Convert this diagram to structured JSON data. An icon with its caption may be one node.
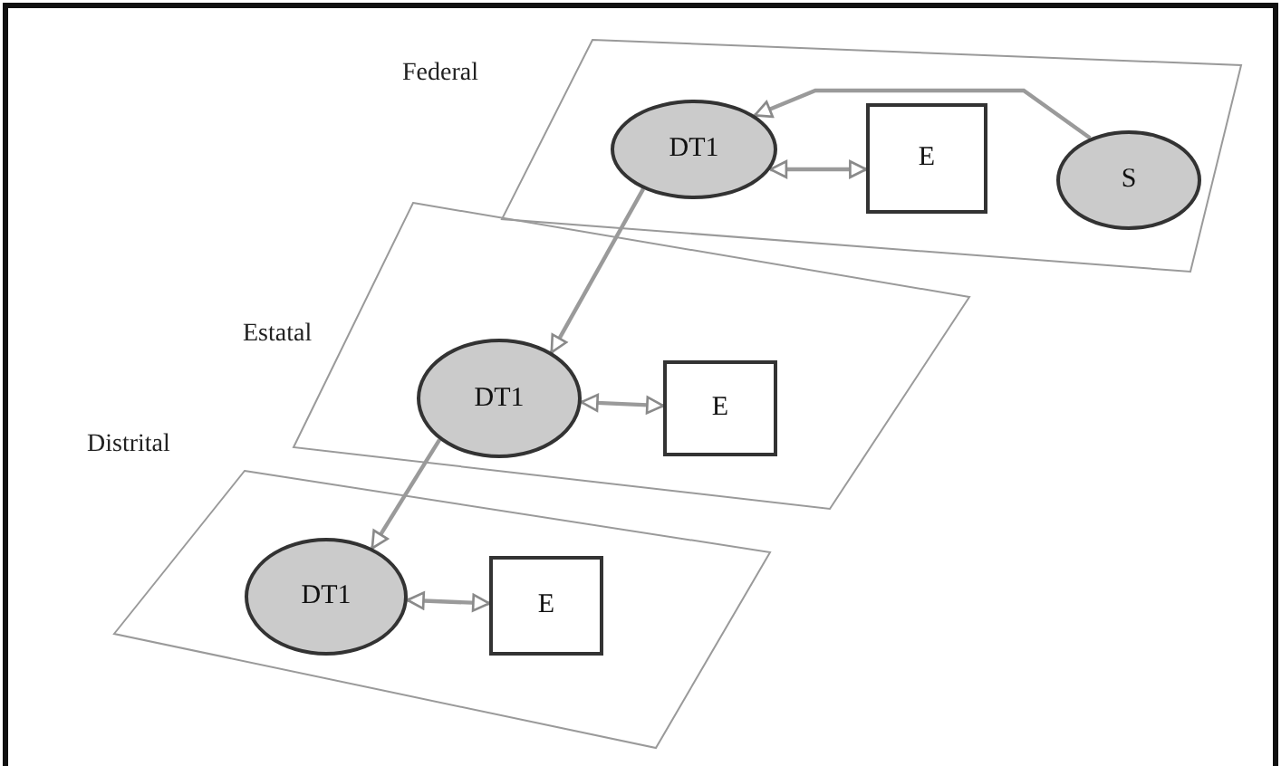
{
  "diagram": {
    "nodes": [
      {
        "text": [
          "Federal"
        ]
      },
      {
        "text": [
          "DT1"
        ],
        "in": 0
      },
      {
        "text": [
          "E"
        ],
        "in": 0
      },
      {
        "text": [
          "S"
        ],
        "in": 0
      },
      {
        "text": [
          "Estatal"
        ]
      },
      {
        "text": [
          "DT1"
        ],
        "in": 4
      },
      {
        "text": [
          "E"
        ],
        "in": 4
      },
      {
        "text": [
          "Distrital"
        ]
      },
      {
        "text": [
          "DT1"
        ],
        "in": 7
      },
      {
        "text": [
          "E"
        ],
        "in": 7
      }
    ],
    "edges": [
      {
        "from": 3,
        "to": 1,
        "arrow": "to"
      },
      {
        "from": 1,
        "to": 2,
        "arrow": "both"
      },
      {
        "from": 1,
        "to": 5,
        "arrow": "to"
      },
      {
        "from": 5,
        "to": 6,
        "arrow": "both"
      },
      {
        "from": 5,
        "to": 8,
        "arrow": "to"
      },
      {
        "from": 8,
        "to": 9,
        "arrow": "both"
      }
    ]
  }
}
